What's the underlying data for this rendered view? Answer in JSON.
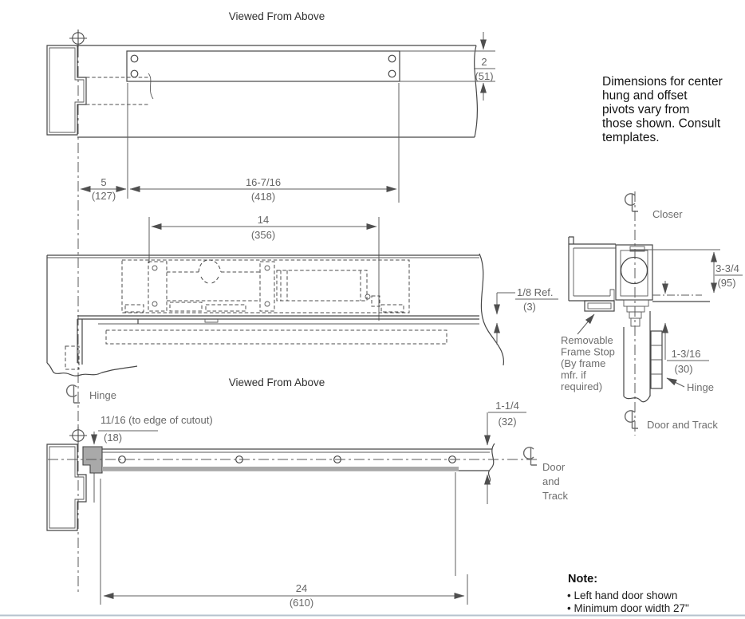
{
  "titles": {
    "top": "Viewed From Above",
    "middle": "Viewed From Above"
  },
  "para": {
    "lines": [
      "Dimensions for center",
      "hung and offset",
      "pivots vary from",
      "those shown. Consult",
      "templates."
    ]
  },
  "dims": {
    "plate_height": {
      "in": "2",
      "mm": "(51)"
    },
    "frame_offset": {
      "in": "5",
      "mm": "(127)"
    },
    "plate_length": {
      "in": "16-7/16",
      "mm": "(418)"
    },
    "body_length": {
      "in": "14",
      "mm": "(356)"
    },
    "ref_gap": {
      "in": "1/8 Ref.",
      "mm": "(3)"
    },
    "cutout": {
      "in": "11/16 (to edge of cutout)",
      "mm": "(18)"
    },
    "track_height": {
      "in": "1-1/4",
      "mm": "(32)"
    },
    "track_length": {
      "in": "24",
      "mm": "(610)"
    },
    "closer_height": {
      "in": "3-3/4",
      "mm": "(95)"
    },
    "hinge_offset": {
      "in": "1-3/16",
      "mm": "(30)"
    }
  },
  "labels": {
    "hinge_cl": "Hinge",
    "closer_cl": "Closer",
    "hinge_detail": "Hinge",
    "door_and_track_lines": [
      "Door",
      "and",
      "Track"
    ],
    "door_and_track": "Door and Track",
    "frame_stop_lines": [
      "Removable",
      "Frame Stop",
      "(By frame",
      "mfr. if",
      "required)"
    ]
  },
  "note": {
    "heading": "Note:",
    "items": [
      "• Left hand door shown",
      "• Minimum door width 27\""
    ]
  },
  "colors": {
    "accent_gray_fill": "#a9a9a9",
    "page_rule": "#b6c2cd",
    "line": "#464646"
  }
}
